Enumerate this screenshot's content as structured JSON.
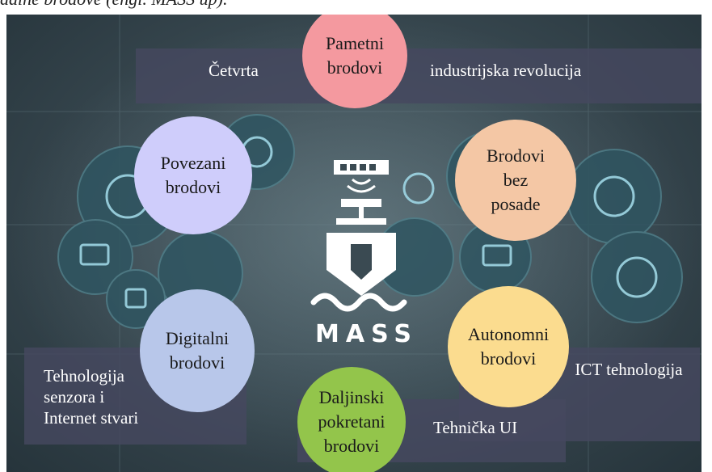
{
  "caption": "dalne brodove (engl. MASS up).",
  "center": {
    "mass_label": "MASS"
  },
  "boxes": {
    "top_left": "Četvrta",
    "top_right": "industrijska revolucija",
    "bottom_left": "Tehnologija senzora i Internet stvari",
    "bottom_middle": "Tehnička UI",
    "bottom_right": "ICT tehnologija"
  },
  "circles": {
    "pametni": {
      "label": "Pametni brodovi",
      "color": "#f4999f"
    },
    "povezani": {
      "label": "Povezani brodovi",
      "color": "#cfcdfb"
    },
    "bez_posade": {
      "label": "Brodovi bez posade",
      "color": "#f4c7a5"
    },
    "digitalni": {
      "label": "Digitalni brodovi",
      "color": "#b8c7ea"
    },
    "autonomni": {
      "label": "Autonomni brodovi",
      "color": "#fbdc8f"
    },
    "daljinski": {
      "label": "Daljinski pokretani brodovi",
      "color": "#93c54b"
    }
  }
}
